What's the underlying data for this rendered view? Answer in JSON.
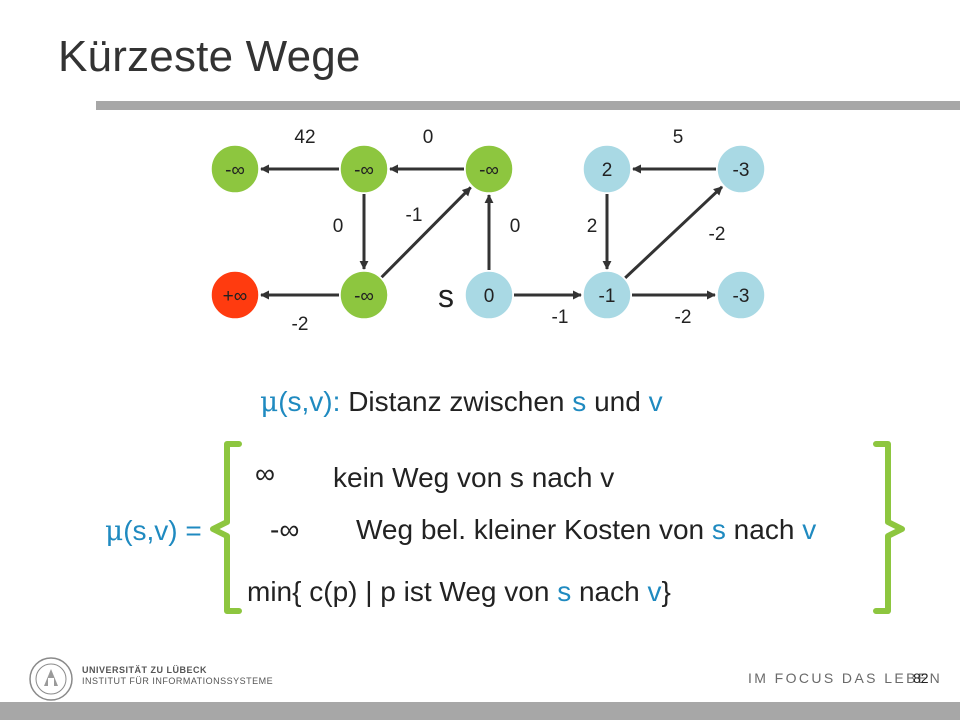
{
  "slide": {
    "title": "Kürzeste Wege",
    "number": "82",
    "slogan": "IM FOCUS DAS LEBEN",
    "university_line1": "UNIVERSITÄT ZU LÜBECK",
    "university_line2": "INSTITUT FÜR INFORMATIONSSYSTEME"
  },
  "colors": {
    "green_node": "#8dc63f",
    "red_node": "#ff3b0f",
    "blue_node": "#a9d9e4",
    "accent_blue": "#1f8ac0",
    "rule_gray": "#a7a7a7"
  },
  "graph": {
    "source_label": "s",
    "nodes": [
      {
        "id": "n1",
        "label": "-∞",
        "color": "green"
      },
      {
        "id": "n2",
        "label": "-∞",
        "color": "green"
      },
      {
        "id": "n3",
        "label": "-∞",
        "color": "green"
      },
      {
        "id": "n4",
        "label": "2",
        "color": "blue"
      },
      {
        "id": "n5",
        "label": "-3",
        "color": "blue"
      },
      {
        "id": "n6",
        "label": "+∞",
        "color": "red"
      },
      {
        "id": "n7",
        "label": "-∞",
        "color": "green"
      },
      {
        "id": "n8",
        "label": "0",
        "color": "blue"
      },
      {
        "id": "n9",
        "label": "-1",
        "color": "blue"
      },
      {
        "id": "n10",
        "label": "-3",
        "color": "blue"
      }
    ],
    "edges": [
      {
        "from": "n2",
        "to": "n1",
        "weight": "42"
      },
      {
        "from": "n3",
        "to": "n2",
        "weight": "0"
      },
      {
        "from": "n5",
        "to": "n4",
        "weight": "5"
      },
      {
        "from": "n2",
        "to": "n7",
        "weight": "0"
      },
      {
        "from": "n7",
        "to": "n3",
        "weight": "-1"
      },
      {
        "from": "n8",
        "to": "n3",
        "weight": "0"
      },
      {
        "from": "n4",
        "to": "n9",
        "weight": "2"
      },
      {
        "from": "n9",
        "to": "n5",
        "weight": "-2"
      },
      {
        "from": "n7",
        "to": "n6",
        "weight": "-2"
      },
      {
        "from": "n8",
        "to": "n9",
        "weight": "-1"
      },
      {
        "from": "n9",
        "to": "n10",
        "weight": "-2"
      }
    ]
  },
  "definition": {
    "mu": "μ",
    "args": "(s,v)",
    "colon": ":",
    "text1": " Distanz zwischen ",
    "s": "s",
    "text2": " und ",
    "v": "v"
  },
  "formula": {
    "lhs_mu": "μ",
    "lhs_args": "(s,v) =",
    "case1_value": "∞",
    "case1_text": "kein Weg von s nach v",
    "case2_value": "-∞",
    "case2_text1": "Weg bel. kleiner Kosten von ",
    "case2_s": "s",
    "case2_text2": " nach ",
    "case2_v": "v",
    "case3_text1": "min{ c(p) | p ist Weg von ",
    "case3_s": "s",
    "case3_text2": " nach ",
    "case3_v": "v",
    "case3_text3": "}"
  }
}
